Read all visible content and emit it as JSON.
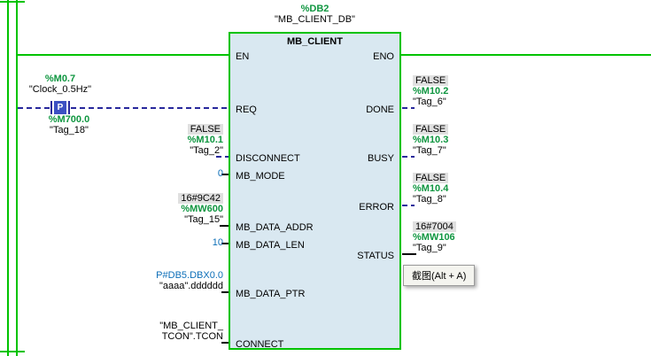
{
  "colors": {
    "rail": "#00c300",
    "wire": "#28289c",
    "address": "#0f9640",
    "constant": "#0d6fb8",
    "monitor-bg": "#e0e0e0",
    "block-fill": "#d9e8f1",
    "block-border": "#00c300"
  },
  "header": {
    "db_address": "%DB2",
    "db_name": "\"MB_CLIENT_DB\""
  },
  "block": {
    "title": "MB_CLIENT",
    "inputs": [
      "EN",
      "REQ",
      "DISCONNECT",
      "MB_MODE",
      "MB_DATA_ADDR",
      "MB_DATA_LEN",
      "MB_DATA_PTR",
      "CONNECT"
    ],
    "outputs": [
      "ENO",
      "DONE",
      "BUSY",
      "ERROR",
      "STATUS"
    ]
  },
  "contact": {
    "type_label": "P",
    "operand_address": "%M0.7",
    "operand_name": "\"Clock_0.5Hz\"",
    "edge_bit_address": "%M700.0",
    "edge_bit_name": "\"Tag_18\""
  },
  "operands": {
    "disconnect": {
      "monitor_value": "FALSE",
      "address": "%M10.1",
      "name": "\"Tag_2\""
    },
    "mb_mode": {
      "value": "0"
    },
    "mb_data_addr": {
      "monitor_value": "16#9C42",
      "address": "%MW600",
      "name": "\"Tag_15\""
    },
    "mb_data_len": {
      "value": "10"
    },
    "mb_data_ptr": {
      "value": "P#DB5.DBX0.0",
      "name": "\"aaaa\".dddddd"
    },
    "connect": {
      "name_line1": "\"MB_CLIENT_",
      "name_line2": "TCON\".TCON"
    },
    "done": {
      "monitor_value": "FALSE",
      "address": "%M10.2",
      "name": "\"Tag_6\""
    },
    "busy": {
      "monitor_value": "FALSE",
      "address": "%M10.3",
      "name": "\"Tag_7\""
    },
    "error": {
      "monitor_value": "FALSE",
      "address": "%M10.4",
      "name": "\"Tag_8\""
    },
    "status": {
      "monitor_value": "16#7004",
      "address": "%MW106",
      "name": "\"Tag_9\""
    }
  },
  "tooltip": {
    "text": "截图(Alt + A)"
  }
}
